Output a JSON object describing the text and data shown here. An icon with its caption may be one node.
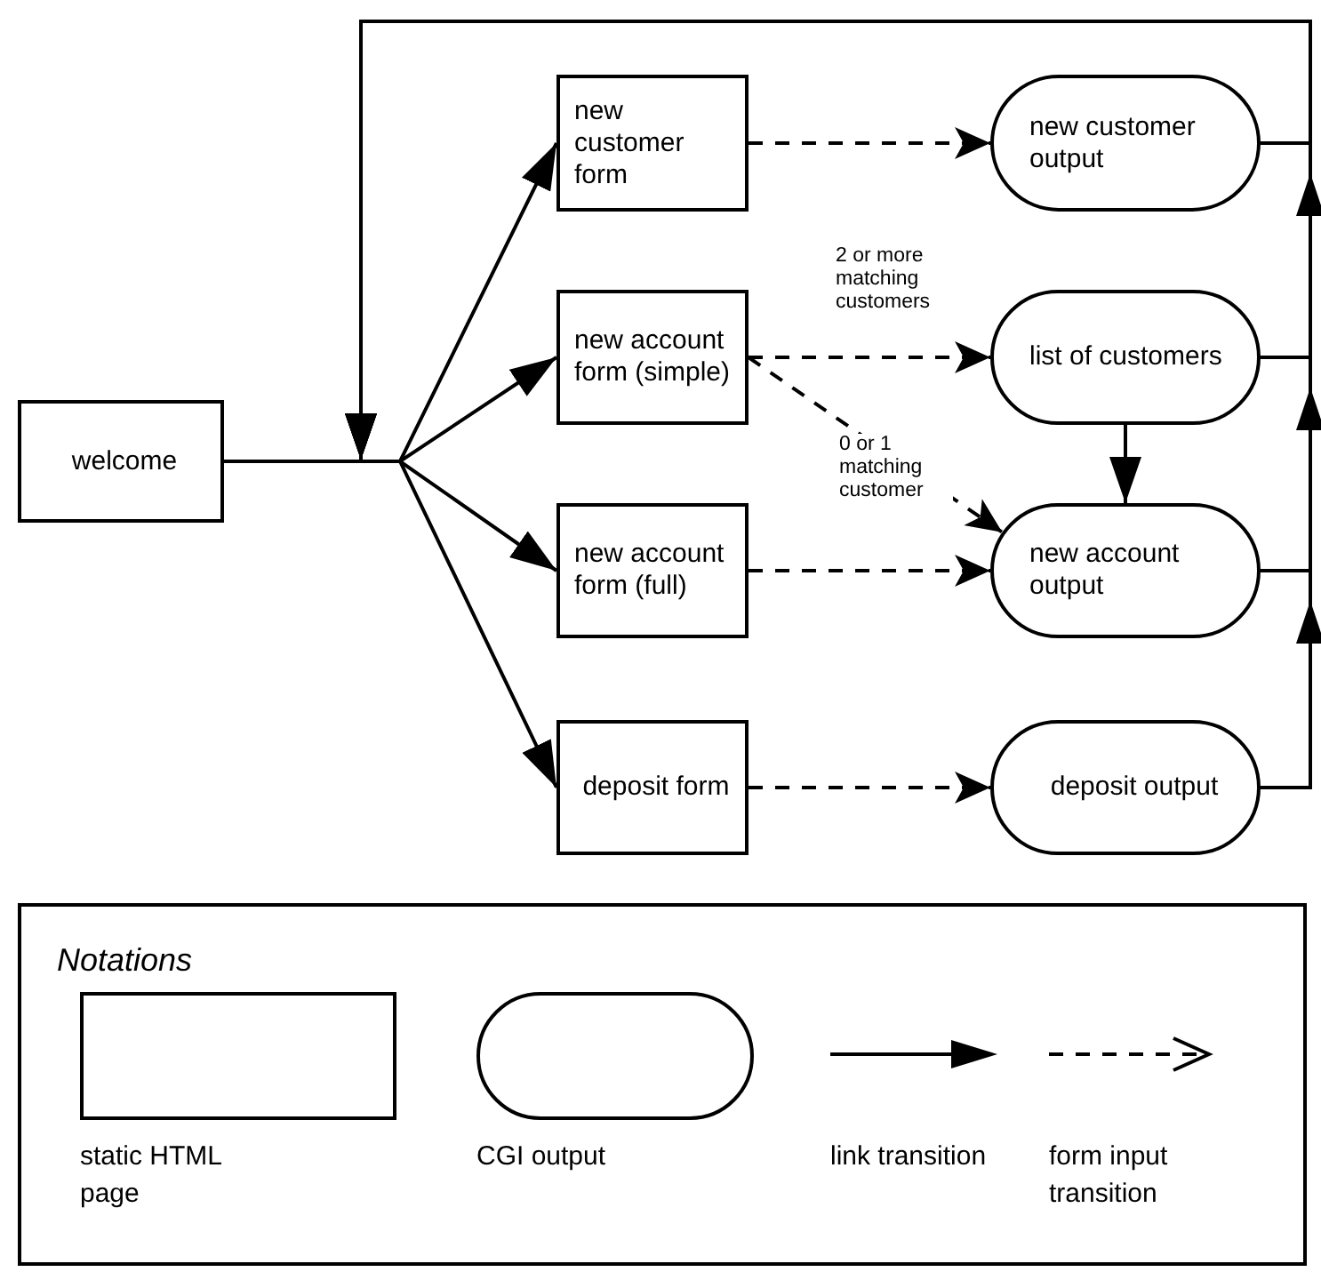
{
  "diagram": {
    "nodes": [
      {
        "text": [
          "welcome"
        ]
      },
      {
        "text": [
          "new customer form"
        ]
      },
      {
        "text": [
          "new customer output"
        ]
      },
      {
        "text": [
          "new account form (simple)"
        ]
      },
      {
        "text": [
          "list of customers"
        ]
      },
      {
        "text": [
          "new account form (full)"
        ]
      },
      {
        "text": [
          "new account output"
        ]
      },
      {
        "text": [
          "deposit form"
        ]
      },
      {
        "text": [
          "deposit output"
        ]
      }
    ],
    "edges": [
      {
        "from": 0,
        "to": 1,
        "arrow": "to"
      },
      {
        "from": 0,
        "to": 3,
        "arrow": "to"
      },
      {
        "from": 0,
        "to": 5,
        "arrow": "to"
      },
      {
        "from": 0,
        "to": 7,
        "arrow": "to"
      },
      {
        "from": 1,
        "to": 2,
        "arrow": "to",
        "style": "dashed"
      },
      {
        "from": 3,
        "to": 4,
        "arrow": "to",
        "style": "dashed",
        "label": "2 or more matching customers"
      },
      {
        "from": 3,
        "to": 6,
        "arrow": "to",
        "style": "dashed",
        "label": "0 or 1 matching customer"
      },
      {
        "from": 4,
        "to": 6,
        "arrow": "to"
      },
      {
        "from": 5,
        "to": 6,
        "arrow": "to",
        "style": "dashed"
      },
      {
        "from": 7,
        "to": 8,
        "arrow": "to",
        "style": "dashed"
      },
      {
        "from": 2,
        "to": null,
        "arrow": "to"
      },
      {
        "from": 4,
        "to": null,
        "arrow": "to"
      },
      {
        "from": 6,
        "to": null,
        "arrow": "to"
      },
      {
        "from": 8,
        "to": null,
        "arrow": "to"
      }
    ],
    "labels": [
      "Notations"
    ],
    "legend": [
      {
        "text": "static HTML page"
      },
      {
        "text": "CGI output"
      },
      {
        "text": "link transition"
      },
      {
        "text": "form input transition"
      }
    ]
  }
}
